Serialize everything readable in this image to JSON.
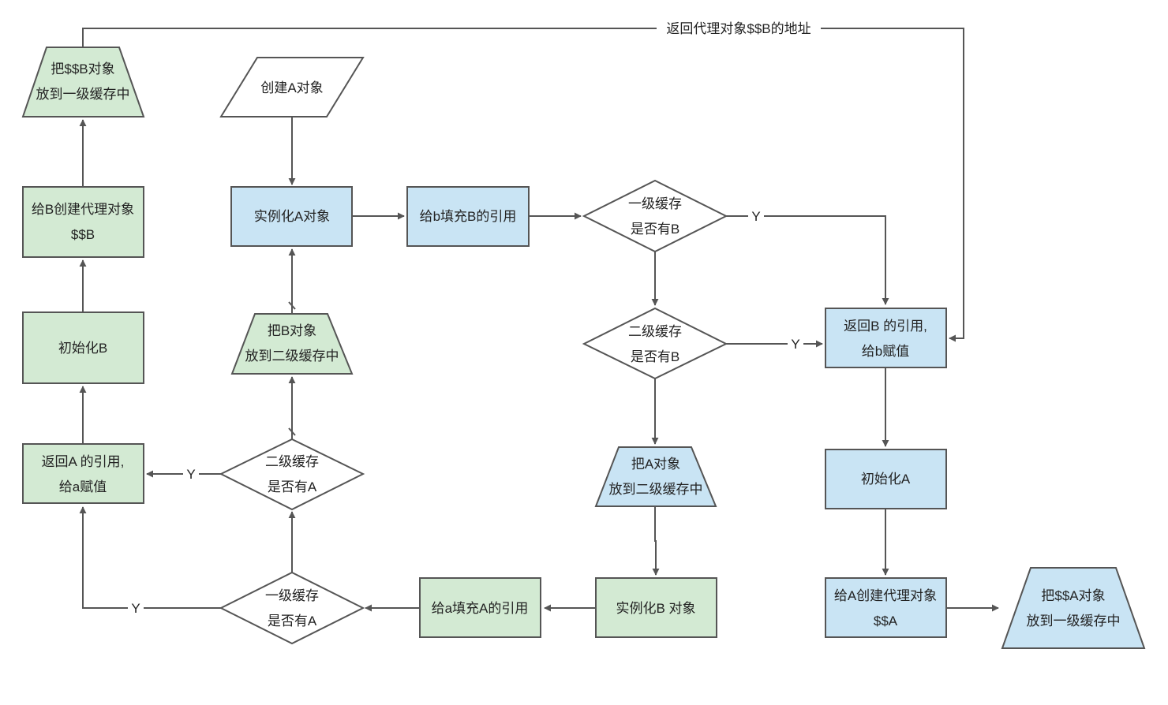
{
  "colors": {
    "green_fill": "#d3ead3",
    "blue_fill": "#c9e4f4",
    "white_fill": "#ffffff",
    "stroke": "#555555",
    "edge": "#555555",
    "text": "#222222"
  },
  "nodes": {
    "create_a": {
      "lines": [
        "创建A对象"
      ]
    },
    "instantiate_a": {
      "lines": [
        "实例化A对象"
      ]
    },
    "fill_b_ref": {
      "lines": [
        "给b填充B的引用"
      ]
    },
    "l1_has_b": {
      "lines": [
        "一级缓存",
        "是否有B"
      ]
    },
    "l2_has_b": {
      "lines": [
        "二级缓存",
        "是否有B"
      ]
    },
    "put_a_l2": {
      "lines": [
        "把A对象",
        "放到二级缓存中"
      ]
    },
    "instantiate_b": {
      "lines": [
        "实例化B 对象"
      ]
    },
    "fill_a_ref": {
      "lines": [
        "给a填充A的引用"
      ]
    },
    "l1_has_a": {
      "lines": [
        "一级缓存",
        "是否有A"
      ]
    },
    "l2_has_a": {
      "lines": [
        "二级缓存",
        "是否有A"
      ]
    },
    "put_b_l2": {
      "lines": [
        "把B对象",
        "放到二级缓存中"
      ]
    },
    "return_a_ref": {
      "lines": [
        "返回A 的引用,",
        "给a赋值"
      ]
    },
    "init_b": {
      "lines": [
        "初始化B"
      ]
    },
    "proxy_b": {
      "lines": [
        "给B创建代理对象",
        "$$B"
      ]
    },
    "put_proxy_b_l1": {
      "lines": [
        "把$$B对象",
        "放到一级缓存中"
      ]
    },
    "return_b_ref": {
      "lines": [
        "返回B 的引用,",
        "给b赋值"
      ]
    },
    "init_a": {
      "lines": [
        "初始化A"
      ]
    },
    "proxy_a": {
      "lines": [
        "给A创建代理对象",
        "$$A"
      ]
    },
    "put_proxy_a_l1": {
      "lines": [
        "把$$A对象",
        "放到一级缓存中"
      ]
    }
  },
  "edge_labels": {
    "return_proxy_b": "返回代理对象$$B的地址",
    "yes": "Y"
  }
}
